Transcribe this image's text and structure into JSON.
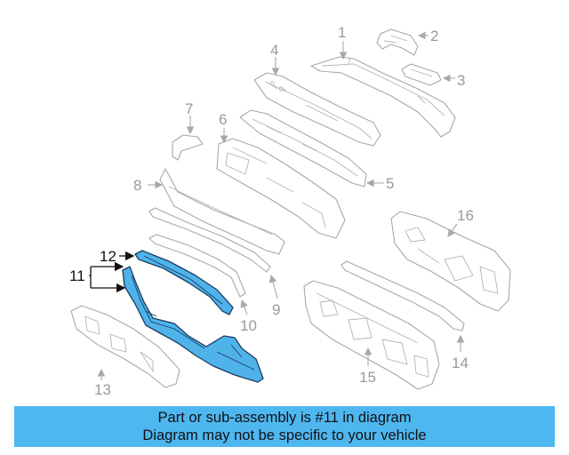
{
  "callouts": {
    "c1": "1",
    "c2": "2",
    "c3": "3",
    "c4": "4",
    "c5": "5",
    "c6": "6",
    "c7": "7",
    "c8": "8",
    "c9": "9",
    "c10": "10",
    "c11": "11",
    "c12": "12",
    "c13": "13",
    "c14": "14",
    "c15": "15",
    "c16": "16"
  },
  "highlighted_part": "11",
  "colors": {
    "highlight_fill": "#4fb3ea",
    "highlight_outline": "#1a3c63",
    "banner_background": "#4fb7f0",
    "callout_gray": "#9a9a9a"
  },
  "banner": {
    "line1": "Part or sub-assembly is #11 in diagram",
    "line2": "Diagram may not be specific to your vehicle"
  }
}
